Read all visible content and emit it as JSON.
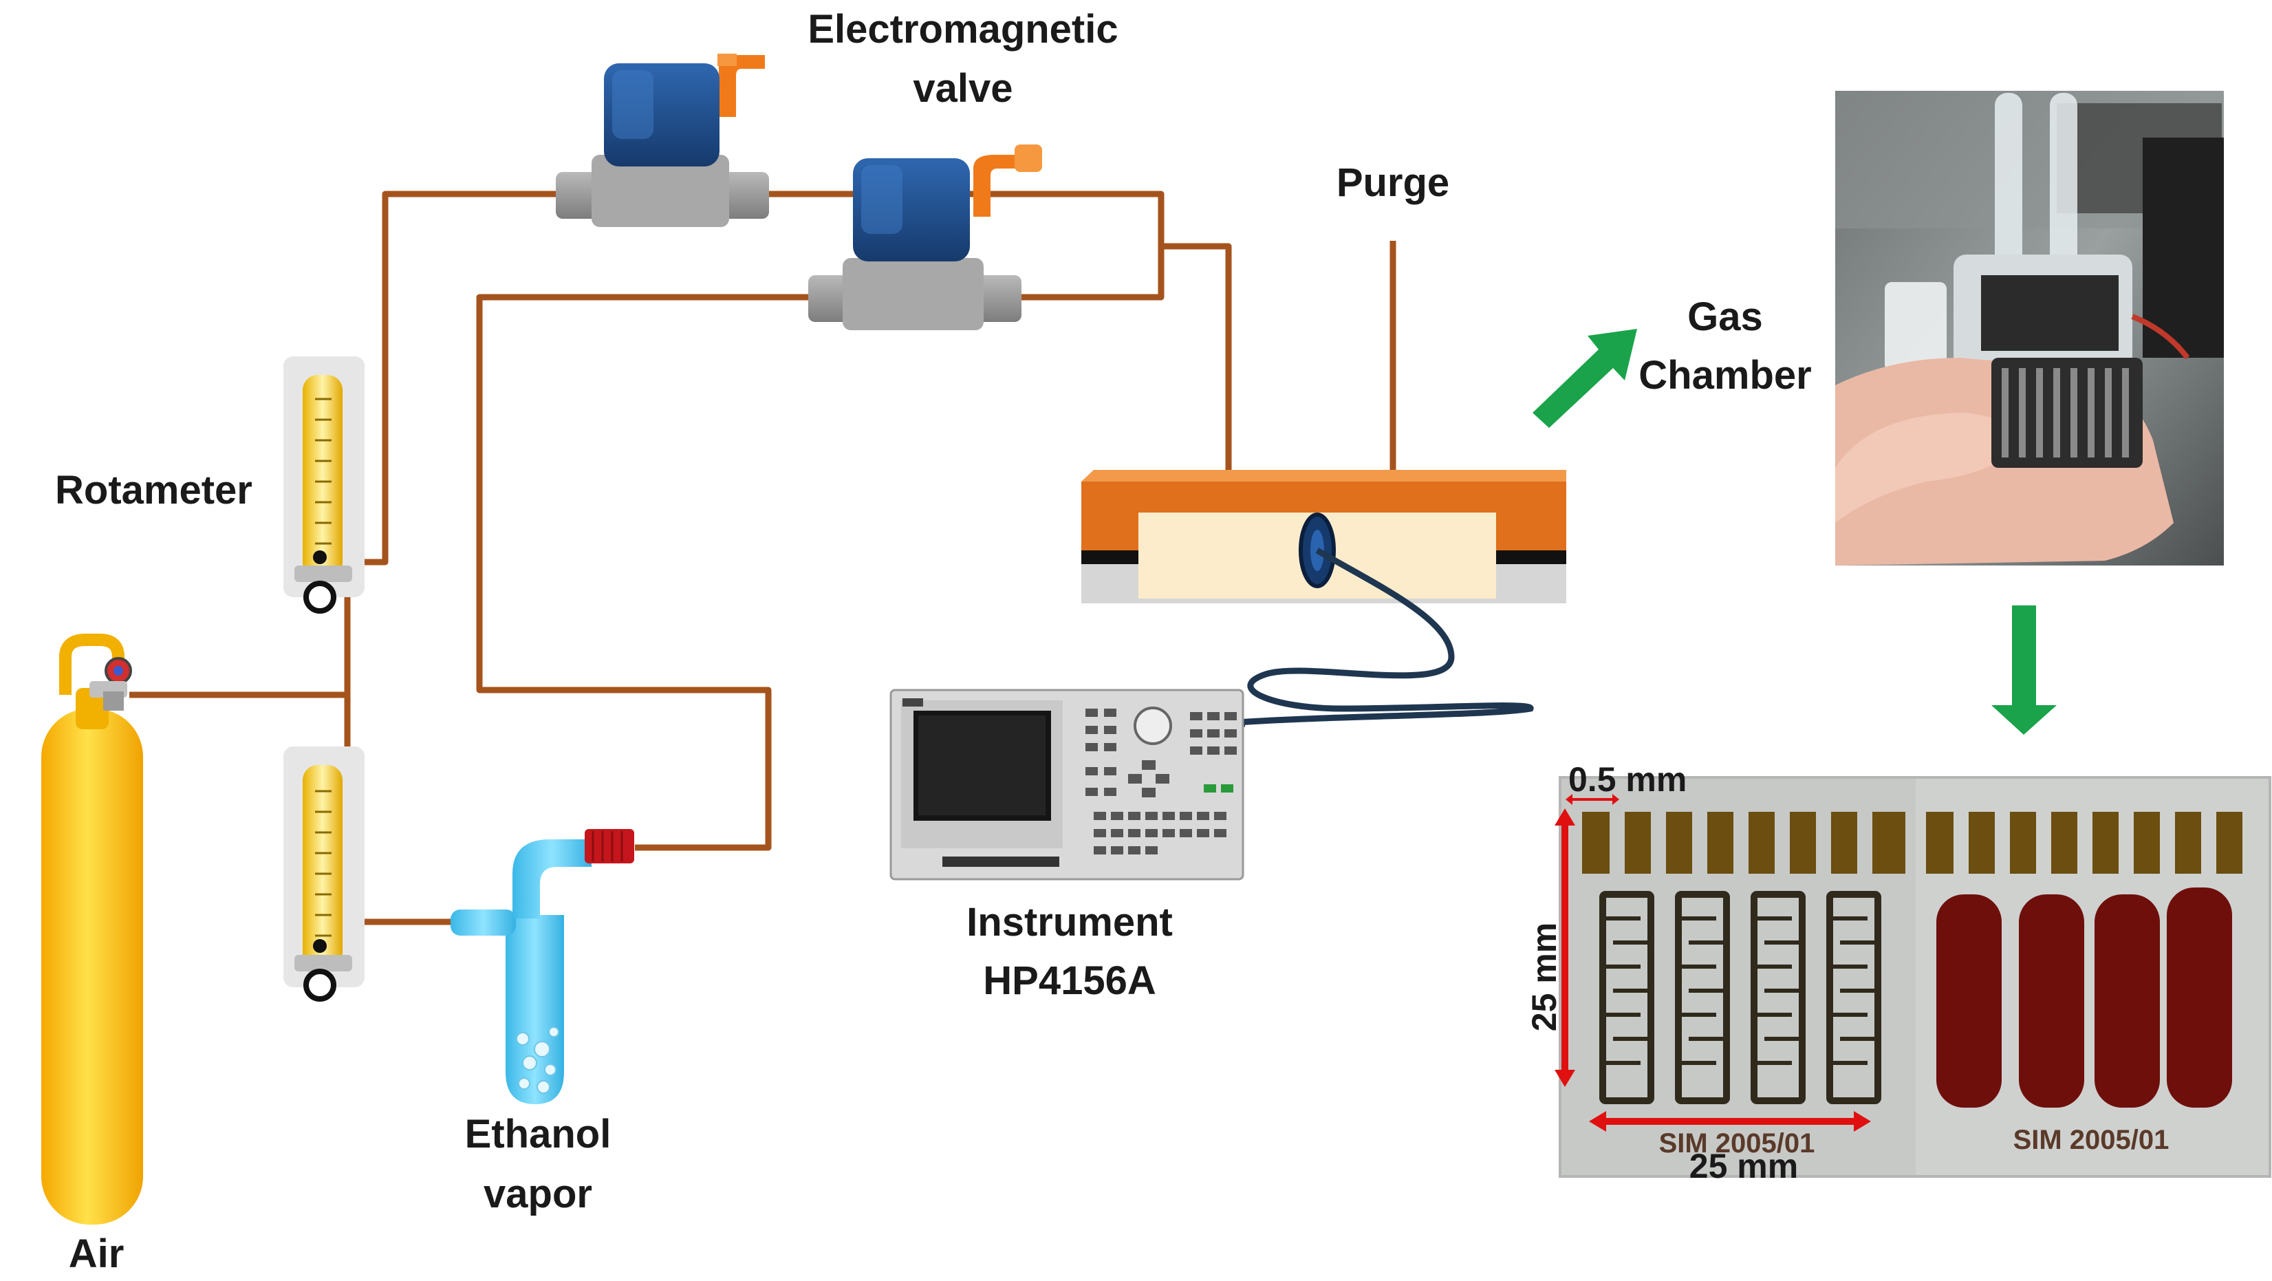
{
  "labels": {
    "valve_line1": "Electromagnetic",
    "valve_line2": "valve",
    "purge": "Purge",
    "gas_chamber_line1": "Gas",
    "gas_chamber_line2": "Chamber",
    "rotameter": "Rotameter",
    "instrument_line1": "Instrument",
    "instrument_line2": "HP4156A",
    "ethanol_line1": "Ethanol",
    "ethanol_line2": "vapor",
    "air": "Air"
  },
  "sensor_photo": {
    "gap_label": "0.5 mm",
    "height_label": "25 mm",
    "width_label": "25 mm",
    "substrate_text_left": "SIM 2005/01",
    "substrate_text_right": "SIM 2005/01"
  },
  "colors": {
    "pipe": "#a5531d",
    "cylinder": "#ffc60b",
    "valve_body": "#1f4e8c",
    "valve_base": "#9a9a9a",
    "chamber_lid": "#e0701b",
    "chamber_inner": "#fdeccb",
    "flask": "#5ad1f5",
    "arrow": "#1aa34a",
    "dimension_line": "#e01010"
  },
  "icons": [
    "air-cylinder-icon",
    "rotameter-icon",
    "electromagnetic-valve-icon",
    "gas-chamber-icon",
    "instrument-icon",
    "ethanol-flask-icon",
    "green-arrow-icon"
  ]
}
